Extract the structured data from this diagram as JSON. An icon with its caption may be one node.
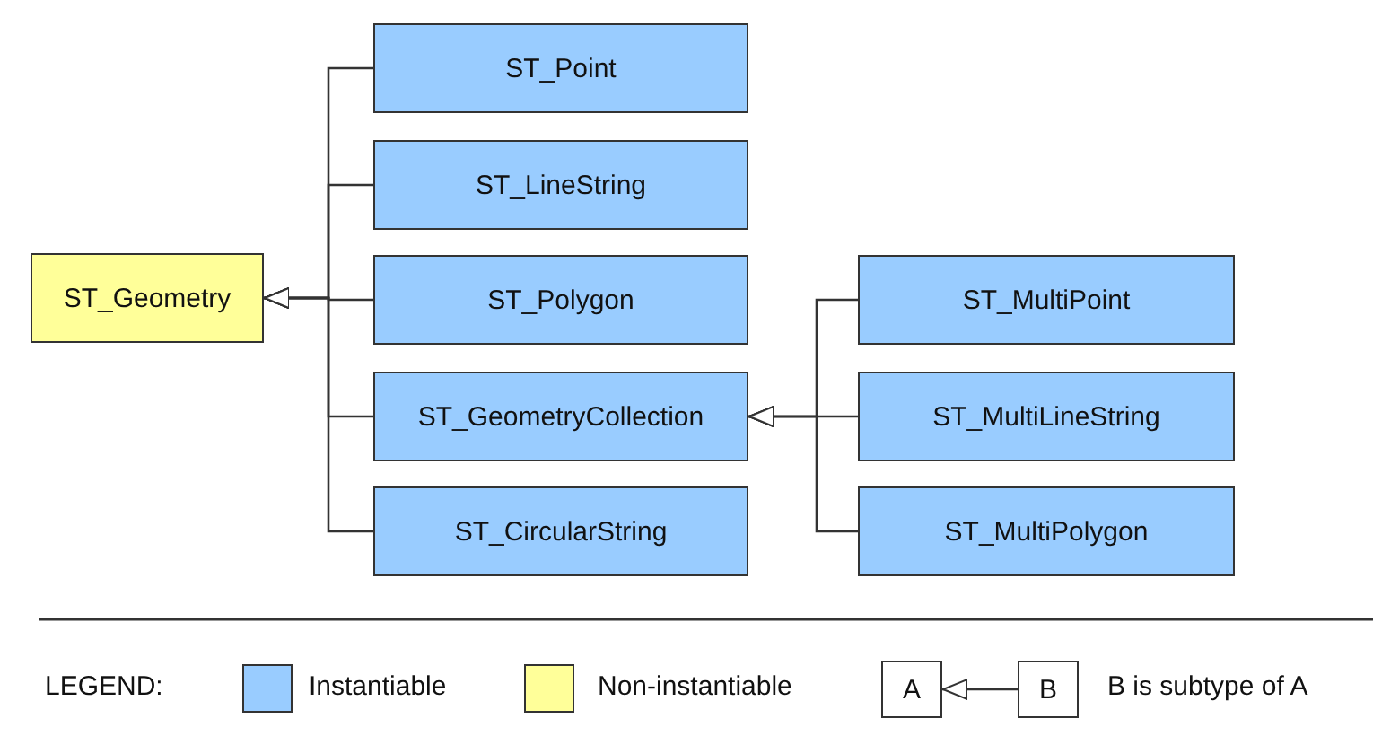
{
  "diagram": {
    "nodes": [
      {
        "text": [
          "ST_Geometry"
        ]
      },
      {
        "text": [
          "ST_Point"
        ]
      },
      {
        "text": [
          "ST_LineString"
        ]
      },
      {
        "text": [
          "ST_Polygon"
        ]
      },
      {
        "text": [
          "ST_GeometryCollection"
        ]
      },
      {
        "text": [
          "ST_CircularString"
        ]
      },
      {
        "text": [
          "ST_MultiPoint"
        ]
      },
      {
        "text": [
          "ST_MultiLineString"
        ]
      },
      {
        "text": [
          "ST_MultiPolygon"
        ]
      },
      {
        "text": [
          "A"
        ]
      },
      {
        "text": [
          "B"
        ]
      }
    ],
    "edges": [
      {
        "from": 1,
        "to": 0,
        "arrow": "to"
      },
      {
        "from": 2,
        "to": 0,
        "arrow": "to"
      },
      {
        "from": 3,
        "to": 0,
        "arrow": "to"
      },
      {
        "from": 4,
        "to": 0,
        "arrow": "to"
      },
      {
        "from": 5,
        "to": 0,
        "arrow": "to"
      },
      {
        "from": 6,
        "to": 4,
        "arrow": "to"
      },
      {
        "from": 7,
        "to": 4,
        "arrow": "to"
      },
      {
        "from": 8,
        "to": 4,
        "arrow": "to"
      },
      {
        "from": 10,
        "to": 9,
        "arrow": "to"
      }
    ],
    "labels": [
      "LEGEND:"
    ],
    "legend": [
      {
        "text": "Instantiable",
        "color": "#99ccff"
      },
      {
        "text": "Non-instantiable",
        "color": "#ffff99"
      },
      {
        "text": "B is subtype of A"
      }
    ]
  }
}
